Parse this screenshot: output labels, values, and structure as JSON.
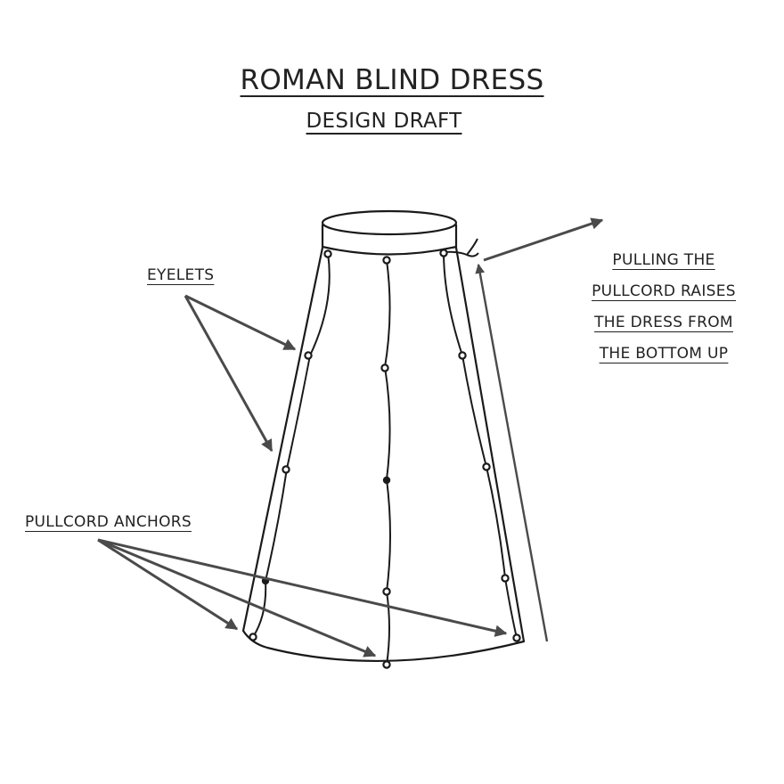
{
  "title": "ROMAN BLIND DRESS",
  "subtitle": "DESIGN DRAFT",
  "labels": {
    "eyelets": "EYELETS",
    "pullcord_anchors": "PULLCORD ANCHORS",
    "pull_note": [
      "PULLING THE",
      "PULLCORD RAISES",
      "THE DRESS FROM",
      "THE BOTTOM UP"
    ]
  },
  "colors": {
    "ink": "#222222",
    "arrow": "#4a4a4a"
  }
}
